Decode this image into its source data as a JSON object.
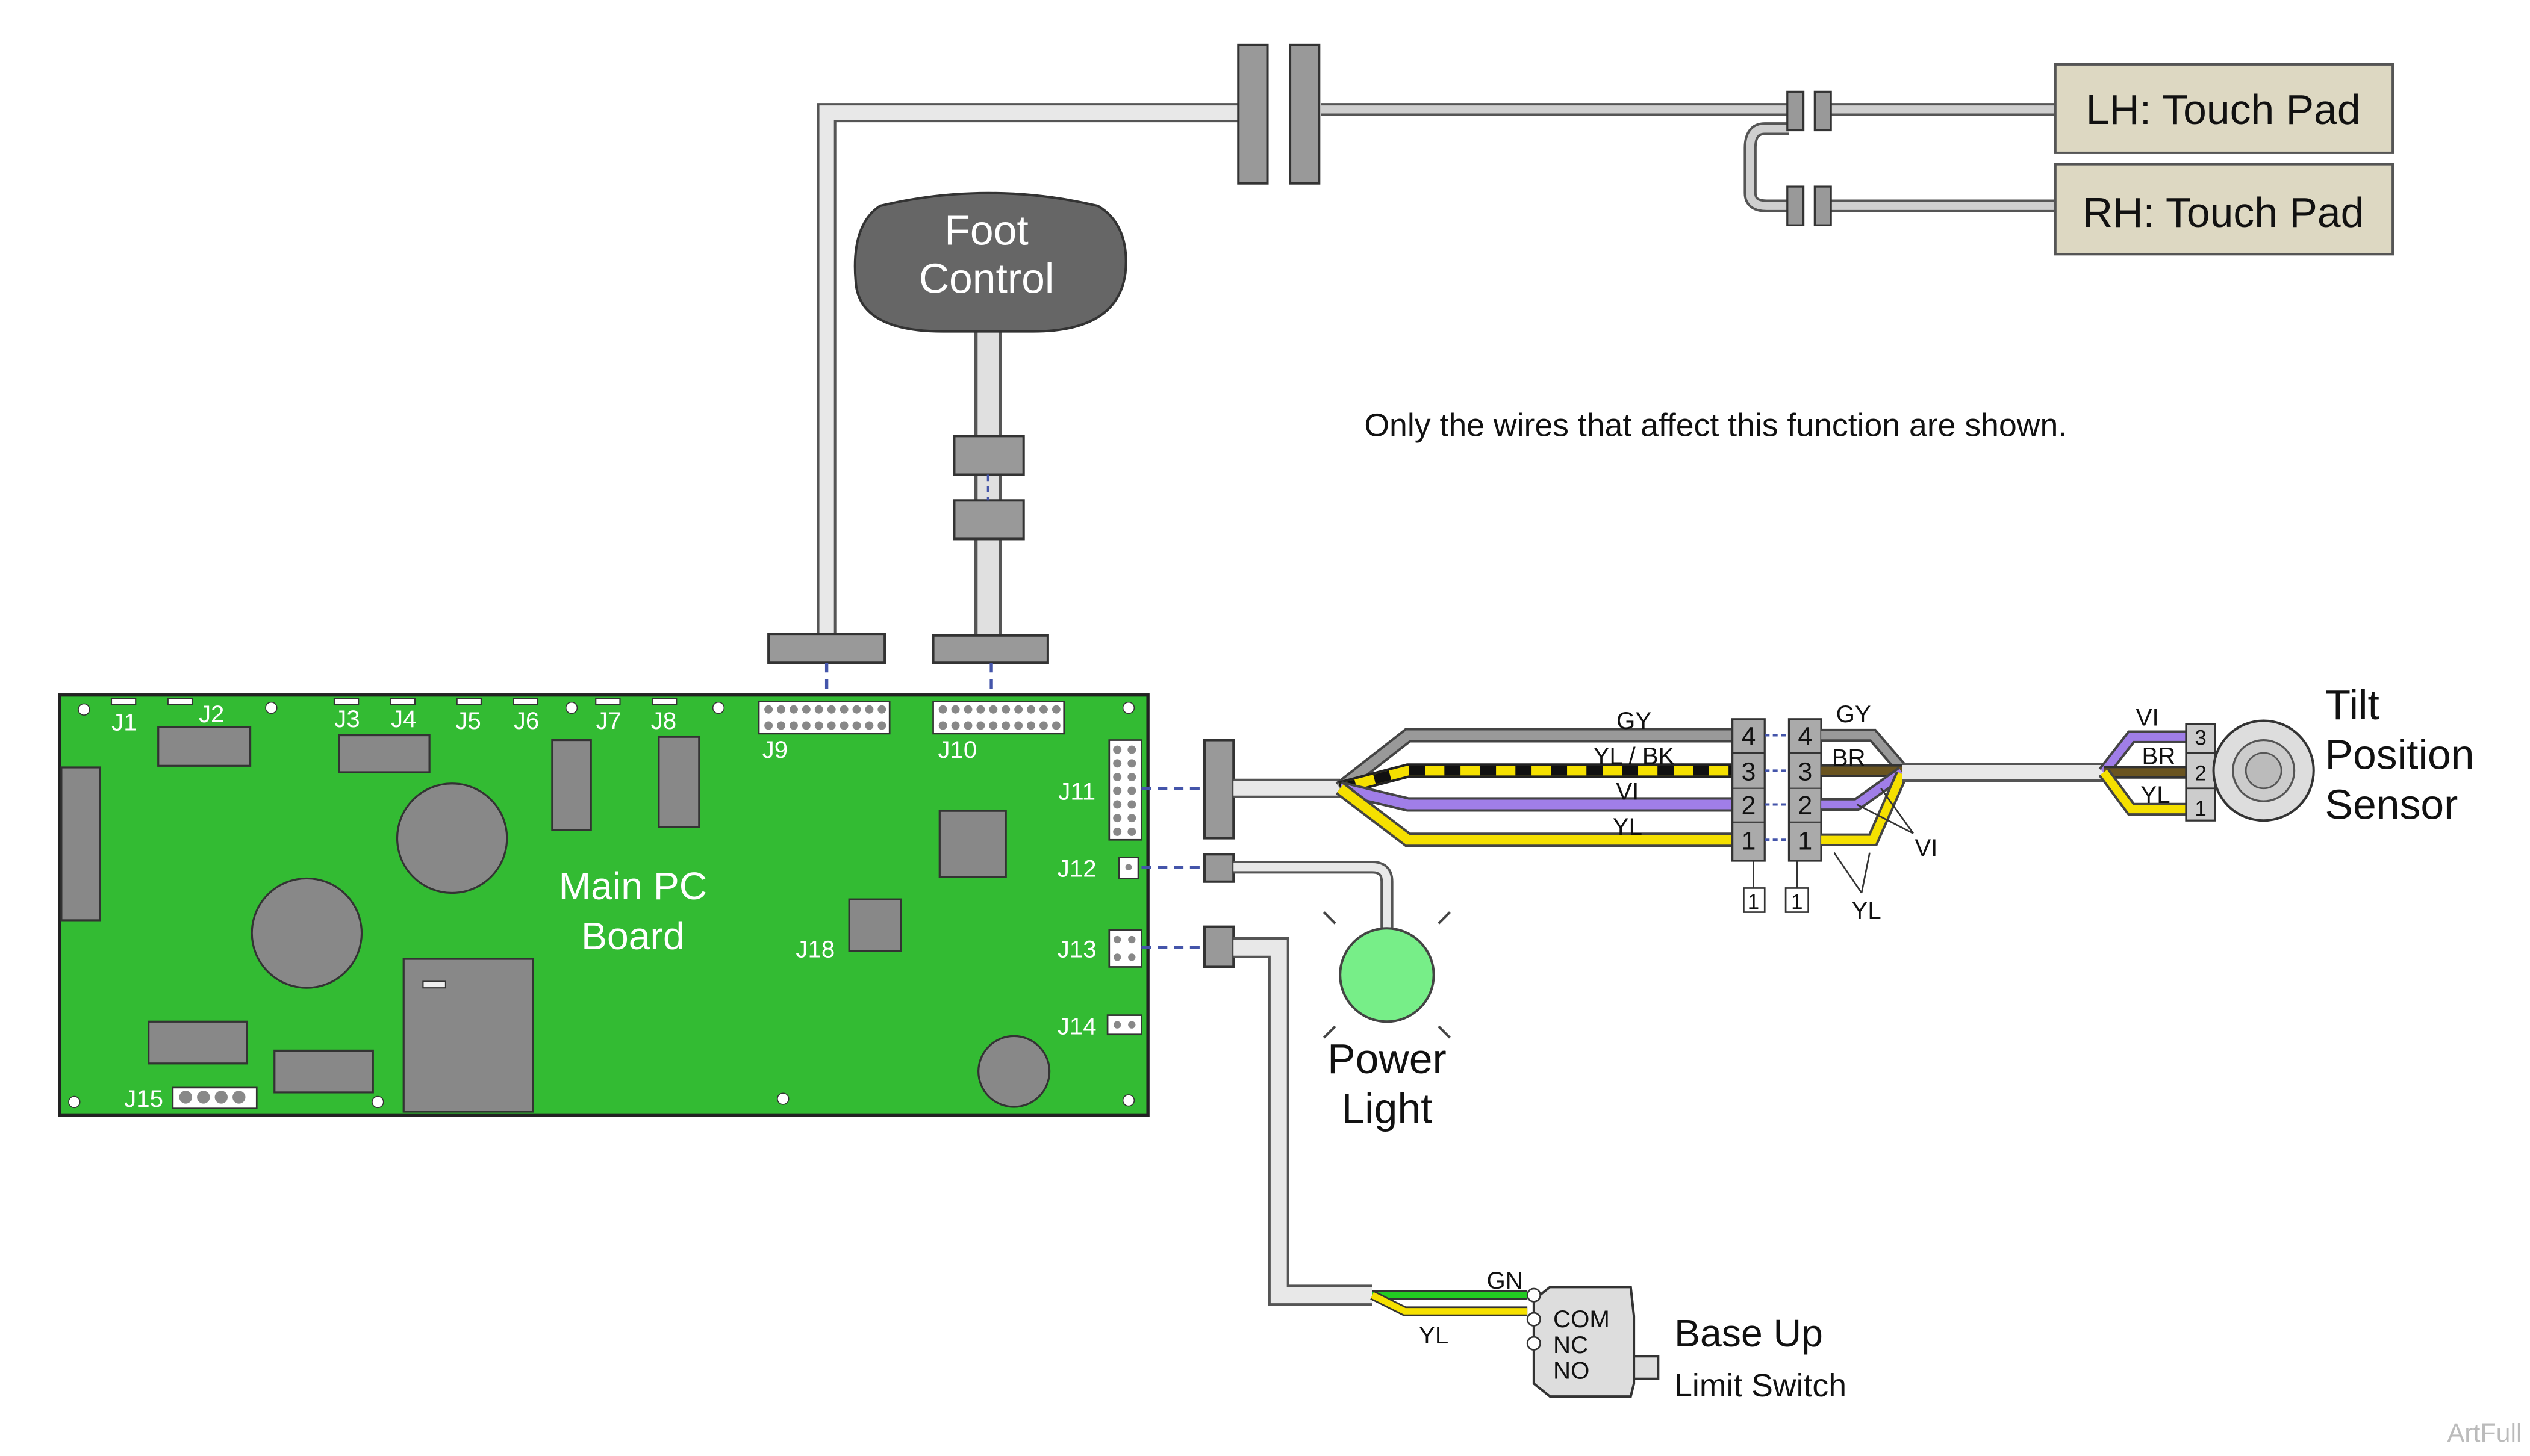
{
  "note": "Only the wires that affect this function are shown.",
  "watermark": "ArtFull",
  "colors": {
    "board": "#33bb33",
    "cable": "#e8e8e8",
    "connector": "#999999",
    "touchpad": "#ddd8c2",
    "foot_control": "#666666",
    "power_light": "#77ee88",
    "wire_gray": "#999999",
    "wire_yellow": "#f5e000",
    "wire_violet": "#a07ee8",
    "wire_brown": "#6a5420",
    "wire_green": "#22cc22",
    "dash_blue": "#4455aa"
  },
  "board": {
    "title_line1": "Main PC",
    "title_line2": "Board",
    "connectors": {
      "j1": "J1",
      "j2": "J2",
      "j3": "J3",
      "j4": "J4",
      "j5": "J5",
      "j6": "J6",
      "j7": "J7",
      "j8": "J8",
      "j9": "J9",
      "j10": "J10",
      "j11": "J11",
      "j12": "J12",
      "j13": "J13",
      "j14": "J14",
      "j15": "J15",
      "j18": "J18"
    }
  },
  "touch_pads": {
    "lh": "LH: Touch Pad",
    "rh": "RH: Touch Pad"
  },
  "foot_control": {
    "line1": "Foot",
    "line2": "Control"
  },
  "power_light": {
    "line1": "Power",
    "line2": "Light"
  },
  "tilt_sensor": {
    "line1": "Tilt",
    "line2": "Position",
    "line3": "Sensor",
    "pins": [
      "3",
      "2",
      "1"
    ],
    "wire_labels": [
      "VI",
      "BR",
      "YL"
    ]
  },
  "harness": {
    "left_pins": [
      "4",
      "3",
      "2",
      "1"
    ],
    "right_pins": [
      "4",
      "3",
      "2",
      "1"
    ],
    "left_wires": [
      "GY",
      "YL / BK",
      "VI",
      "YL"
    ],
    "right_wires": [
      "GY",
      "BR"
    ],
    "right_extra_labels": [
      "VI",
      "YL"
    ],
    "pin1_markers": [
      "1",
      "1"
    ]
  },
  "limit_switch": {
    "title": "Base Up",
    "subtitle": "Limit Switch",
    "terminals": [
      "COM",
      "NC",
      "NO"
    ],
    "wires": [
      "GN",
      "YL"
    ]
  }
}
